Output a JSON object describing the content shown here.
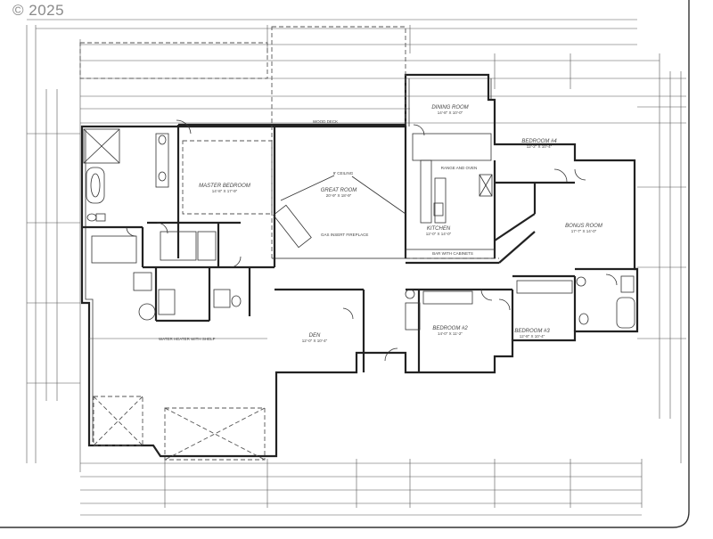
{
  "watermark": {
    "text": "© 2025"
  },
  "rooms": [
    {
      "key": "master",
      "name": "MASTER BEDROOM",
      "size": "14'-8\" X 17'-9\""
    },
    {
      "key": "great",
      "name": "GREAT ROOM",
      "size": "20'-9\" X 18'-9\""
    },
    {
      "key": "dining",
      "name": "DINING ROOM",
      "size": "14'-8\" X 10'-0\""
    },
    {
      "key": "kitchen",
      "name": "KITCHEN",
      "size": "12'-0\" X 14'-0\""
    },
    {
      "key": "bed4",
      "name": "BEDROOM #4",
      "size": "12'-2\" X 10'-4\""
    },
    {
      "key": "bonus",
      "name": "BONUS ROOM",
      "size": "17'-7\" X 14'-0\""
    },
    {
      "key": "bed2",
      "name": "BEDROOM #2",
      "size": "14'-0\" X 11'-2\""
    },
    {
      "key": "bed3",
      "name": "BEDROOM #3",
      "size": "12'-8\" X 10'-4\""
    },
    {
      "key": "den",
      "name": "DEN",
      "size": "12'-0\" X 10'-4\""
    }
  ],
  "notes": {
    "fireplace": "GAS INSERT FIREPLACE",
    "ceiling": "9' CEILING",
    "water_heater": "WATER HEATER WITH SHELF",
    "bar": "BAR WITH CABINETS",
    "stove": "RANGE AND OVEN",
    "wood_deck": "WOOD DECK"
  }
}
